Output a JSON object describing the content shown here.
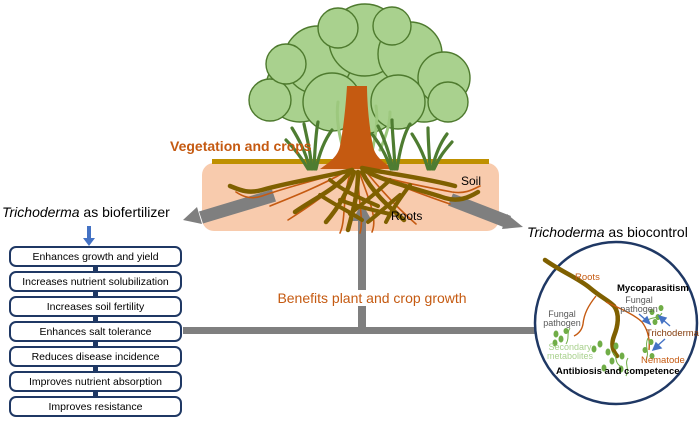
{
  "figure": {
    "kind": "scientific-diagram",
    "subject": "Trichoderma benefits for plants"
  },
  "titles": {
    "left_genus": "Trichoderma",
    "left_rest": " as biofertilizer",
    "right_genus": "Trichoderma",
    "right_rest": " as biocontrol"
  },
  "scene": {
    "vegetation_label": "Vegetation and crops",
    "soil_label": "Soil",
    "roots_label": "Roots",
    "benefits_label": "Benefits plant and crop growth"
  },
  "fertilizer": {
    "boxes": [
      "Enhances growth and yield",
      "Increases nutrient solubilization",
      "Increases soil fertility",
      "Enhances salt tolerance",
      "Reduces disease incidence",
      "Improves nutrient absorption",
      "Improves resistance"
    ]
  },
  "biocontrol": {
    "roots_label": "Roots",
    "mycoparasitism_label": "Mycoparasitism",
    "fungal_pathogen_right": "Fungal\npathogen",
    "trichoderma_label": "Trichoderma",
    "nematode_label": "Nematode",
    "fungal_pathogen_left": "Fungal\npathogen",
    "secondary_metabolites_label": "Secondary\nmetabolites",
    "antibiosis_label": "Antibiosis and competence"
  },
  "colors": {
    "accent_orange": "#c55a11",
    "navy_border": "#1f3864",
    "arrow_gray": "#7f7f7f",
    "arrow_blue": "#4472c4",
    "soil_fill": "#f8cbad",
    "soil_line_gold": "#bf9000",
    "root_olive": "#7f6000",
    "canopy_green": "#a9d18e",
    "grass_green": "#4e7c31",
    "sketch_green": "#70ad47",
    "label_gray": "#595959",
    "trichoderma_dark_red": "#843c0c",
    "secondary_metabolites_green": "#a9d18e"
  }
}
